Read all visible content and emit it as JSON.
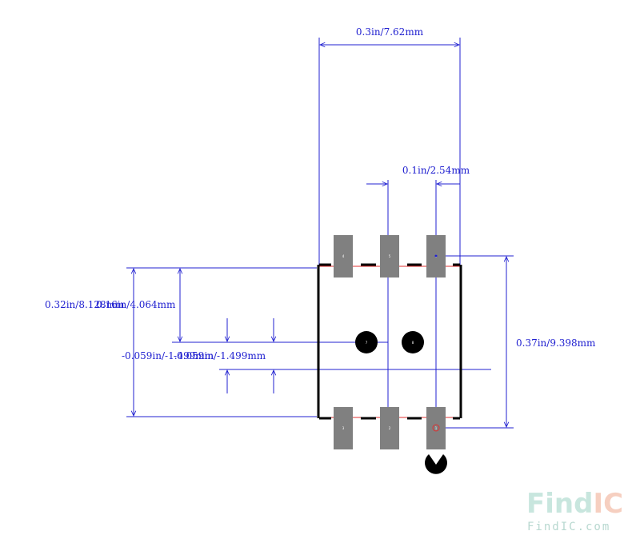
{
  "dimensions": {
    "top_width": "0.3in/7.62mm",
    "pitch": "0.1in/2.54mm",
    "right_height": "0.37in/9.398mm",
    "left_height": "0.32in/8.128mm",
    "left_inner": "0.16in/4.064mm",
    "offset_a": "-0.059in/-1.499mm",
    "offset_b": "-0.059in/-1.499mm"
  },
  "pads": {
    "top_labels": [
      "4",
      "5",
      "6"
    ],
    "bottom_labels": [
      "3",
      "2",
      "1"
    ],
    "via_labels": [
      "7",
      "8"
    ]
  },
  "watermark": {
    "brand_find": "Find",
    "brand_ic": "IC",
    "url": "FindIC.com"
  },
  "colors": {
    "dimension": "#2020d0",
    "pad": "#808080",
    "outline": "#000000",
    "origin_marker": "#e03030",
    "watermark_find": "#c8e6de",
    "watermark_ic": "#f6cfc0"
  },
  "icons": {
    "pin1_marker": "pin1-marker-icon"
  }
}
